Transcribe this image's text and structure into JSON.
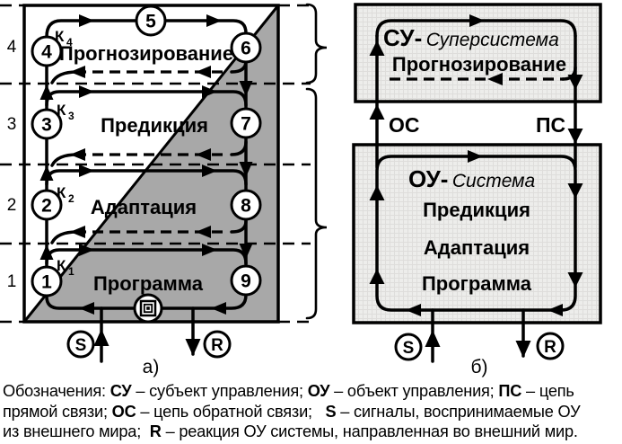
{
  "diagram_a": {
    "label": "а)",
    "level_numbers": [
      "4",
      "3",
      "2",
      "1"
    ],
    "level_names": [
      "Прогнозирование",
      "Предикция",
      "Адаптация",
      "Программа"
    ],
    "k_labels": [
      {
        "base": "К",
        "sub": "4"
      },
      {
        "base": "К",
        "sub": "3"
      },
      {
        "base": "К",
        "sub": "2"
      },
      {
        "base": "К",
        "sub": "1"
      }
    ],
    "nodes": [
      "1",
      "2",
      "3",
      "4",
      "5",
      "6",
      "7",
      "8",
      "9"
    ],
    "goal_icon": "nested-squares-target",
    "signal_in": "S",
    "signal_out": "R"
  },
  "diagram_b": {
    "label": "б)",
    "su_box": {
      "abbr": "СУ-",
      "type": "Суперсистема",
      "function": "Прогнозирование"
    },
    "ou_box": {
      "abbr": "ОУ-",
      "type": "Система",
      "functions": [
        "Предикция",
        "Адаптация",
        "Программа"
      ]
    },
    "feedback_label": "ОС",
    "forward_label": "ПС",
    "signal_in": "S",
    "signal_out": "R"
  },
  "caption": {
    "lines": [
      [
        "Обозначения: ",
        "СУ",
        " – субъект управления; ",
        "ОУ",
        " – объект управления; ",
        "ПС",
        " – цепь"
      ],
      [
        "прямой связи; ",
        "ОС",
        " – цепь обратной связи;   ",
        "S",
        " – сигналы, воспринимаемые ОУ"
      ],
      [
        "из внешнего мира;  ",
        "R",
        " – реакция ОУ системы, направленная во внешний мир."
      ]
    ]
  },
  "colors": {
    "shade": "#a8a8a8",
    "texture_bg": "#ededeb",
    "texture_grid": "#dedddb",
    "line": "#000000"
  }
}
